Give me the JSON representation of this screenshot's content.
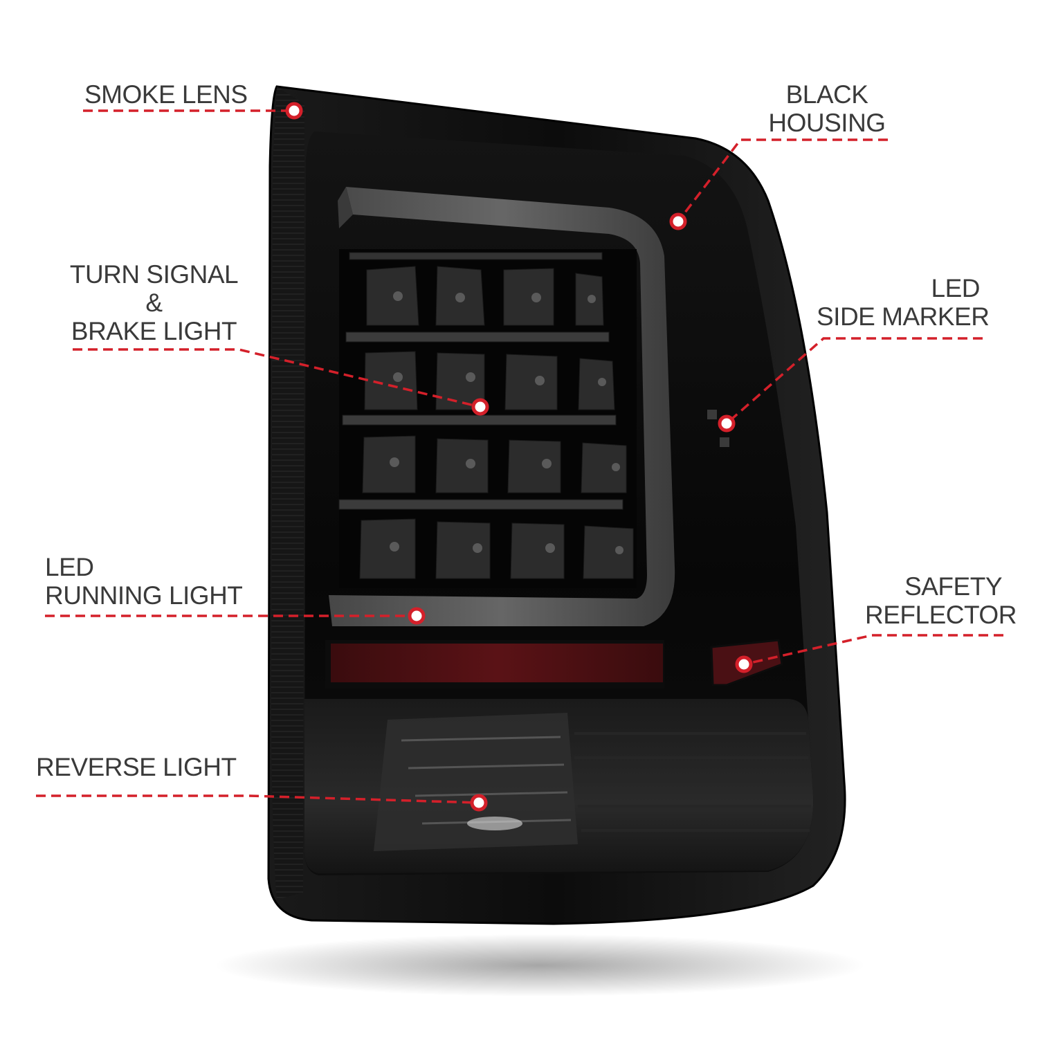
{
  "callouts": {
    "smoke_lens": [
      "SMOKE LENS"
    ],
    "black_housing": [
      "BLACK",
      "HOUSING"
    ],
    "turn_signal": [
      "TURN SIGNAL",
      "&",
      "BRAKE LIGHT"
    ],
    "led_side_marker": [
      "LED",
      "SIDE MARKER"
    ],
    "led_running_light": [
      "LED",
      "RUNNING LIGHT"
    ],
    "safety_reflector": [
      "SAFETY",
      "REFLECTOR"
    ],
    "reverse_light": [
      "REVERSE LIGHT"
    ]
  },
  "colors": {
    "accent": "#d4202a",
    "text": "#3a3a3a",
    "housing": "#111111"
  }
}
